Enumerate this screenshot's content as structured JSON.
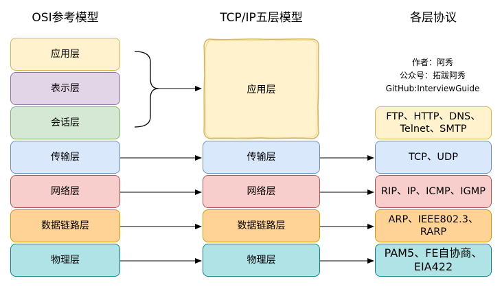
{
  "headers": {
    "osi": "OSI参考模型",
    "tcpip": "TCP/IP五层模型",
    "protocols": "各层协议"
  },
  "osi_layers": [
    "应用层",
    "表示层",
    "会话层",
    "传输层",
    "网络层",
    "数据链路层",
    "物理层"
  ],
  "tcpip_layers": [
    "应用层",
    "传输层",
    "网络层",
    "数据链路层",
    "物理层"
  ],
  "protocols": [
    "FTP、HTTP、DNS、Telnet、SMTP",
    "TCP、UDP",
    "RIP、IP、ICMP、IGMP",
    "ARP、IEEE802.3、RARP",
    "PAM5、FE自协商、EIA422"
  ],
  "author": {
    "line1": "作者：阿秀",
    "line2": "公众号：拓跋阿秀",
    "line3": "GitHub:InterviewGuide"
  },
  "colors": {
    "application": "#fff2cc",
    "presentation": "#e1d5e7",
    "session": "#d5e8d4",
    "transport": "#dae8fc",
    "network": "#f8cecc",
    "datalink": "#ffd296",
    "physical": "#b0e3e6"
  }
}
